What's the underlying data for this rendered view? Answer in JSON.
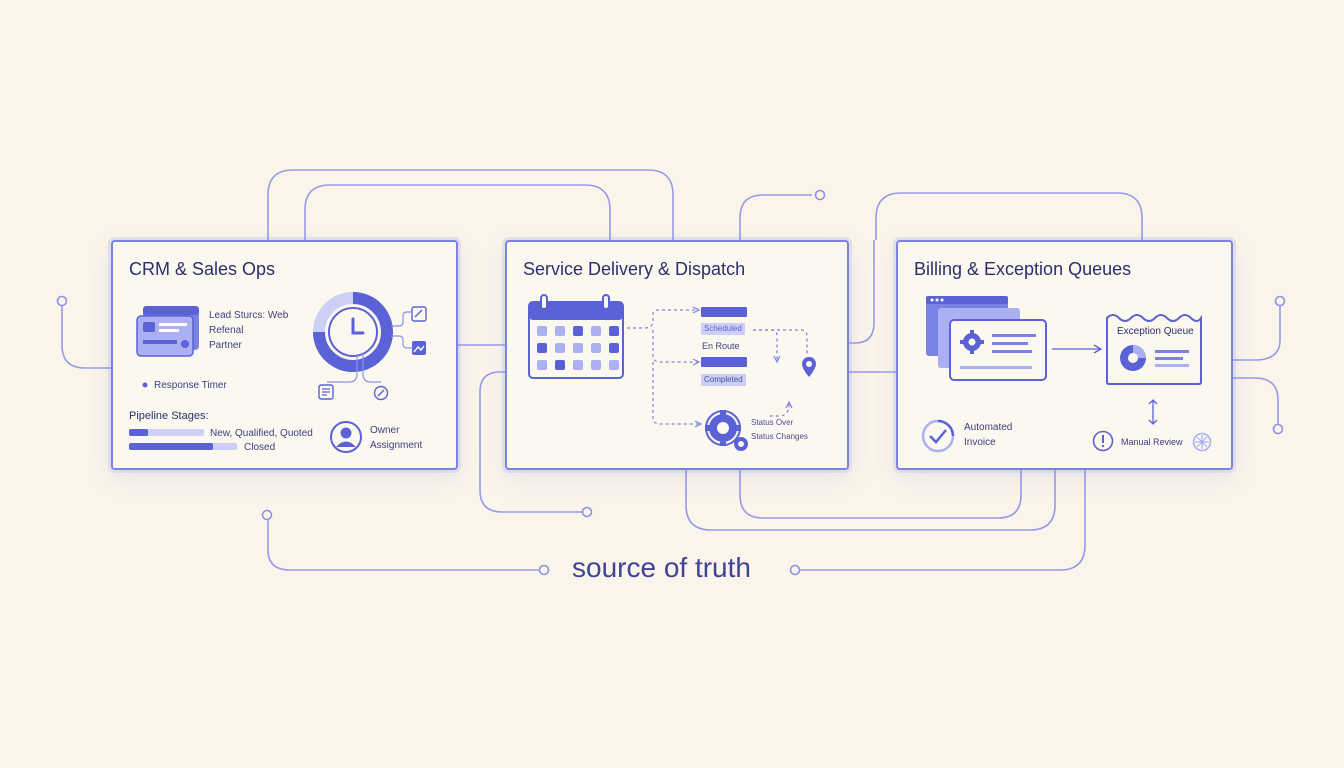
{
  "diagram": {
    "caption": "source of truth",
    "crm": {
      "title": "CRM & Sales Ops",
      "lead_sources": [
        "Lead Sturcs: Web",
        "Refenal",
        "Partner"
      ],
      "response_timer": "Response Timer",
      "pipeline_title": "Pipeline Stages:",
      "pipeline_rows": [
        {
          "label": "New, Qualified, Quoted",
          "fill": 0.25
        },
        {
          "label": "Closed",
          "fill": 0.78
        }
      ],
      "owner": [
        "Owner",
        "Assignment"
      ]
    },
    "service": {
      "title": "Service Delivery & Dispatch",
      "statuses": [
        "Scheduled",
        "En Route",
        "Completed"
      ],
      "status_changes": [
        "Status Over",
        "Status Changes"
      ]
    },
    "billing": {
      "title": "Billing & Exception Queues",
      "exception_queue": "Exception Queue",
      "automated": [
        "Automated",
        "Invoice"
      ],
      "manual_review": "Manual Review"
    },
    "colors": {
      "accent": "#5a62d6",
      "accent_light": "#aab0f2",
      "panel_border": "#7c82e0",
      "background": "#faf4ea",
      "text": "#2b2f6b"
    },
    "icons": [
      "calendar-icon",
      "clock-icon",
      "gear-icon",
      "check-icon",
      "alert-icon",
      "location-pin-icon",
      "user-icon",
      "edit-icon",
      "window-icon"
    ]
  }
}
